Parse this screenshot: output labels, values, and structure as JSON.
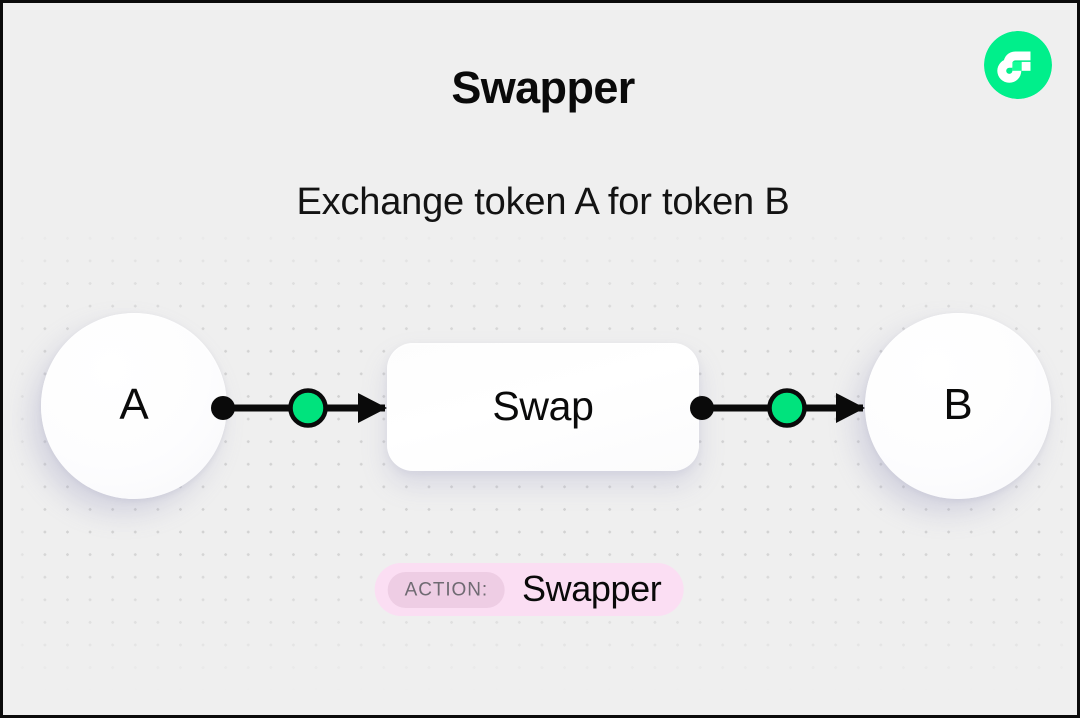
{
  "header": {
    "title": "Swapper",
    "subtitle": "Exchange token A for token B",
    "logo_icon": "flow-logo-icon",
    "logo_color": "#00ef8b"
  },
  "theme": {
    "background": "#efefef",
    "dot_grid_color": "#d2d2d2",
    "accent_green": "#00e37d",
    "stroke_black": "#0a0a0a",
    "node_surface": "#ffffff",
    "badge_background": "#fbdef3",
    "badge_chip_background": "#eecde4",
    "badge_chip_text": "#6f6a72"
  },
  "diagram": {
    "source_node": {
      "id": "node-a",
      "label": "A",
      "shape": "circle"
    },
    "process_node": {
      "id": "process-box",
      "label": "Swap",
      "shape": "rounded-rect"
    },
    "target_node": {
      "id": "node-b",
      "label": "B",
      "shape": "circle"
    },
    "edges": [
      {
        "id": "edge-a-to-swap",
        "from": "A",
        "to": "Swap",
        "marker": "arrow",
        "waypoint": "green-dot"
      },
      {
        "id": "edge-swap-to-b",
        "from": "Swap",
        "to": "B",
        "marker": "arrow",
        "waypoint": "green-dot"
      }
    ]
  },
  "action_badge": {
    "chip_label": "ACTION:",
    "value": "Swapper"
  }
}
